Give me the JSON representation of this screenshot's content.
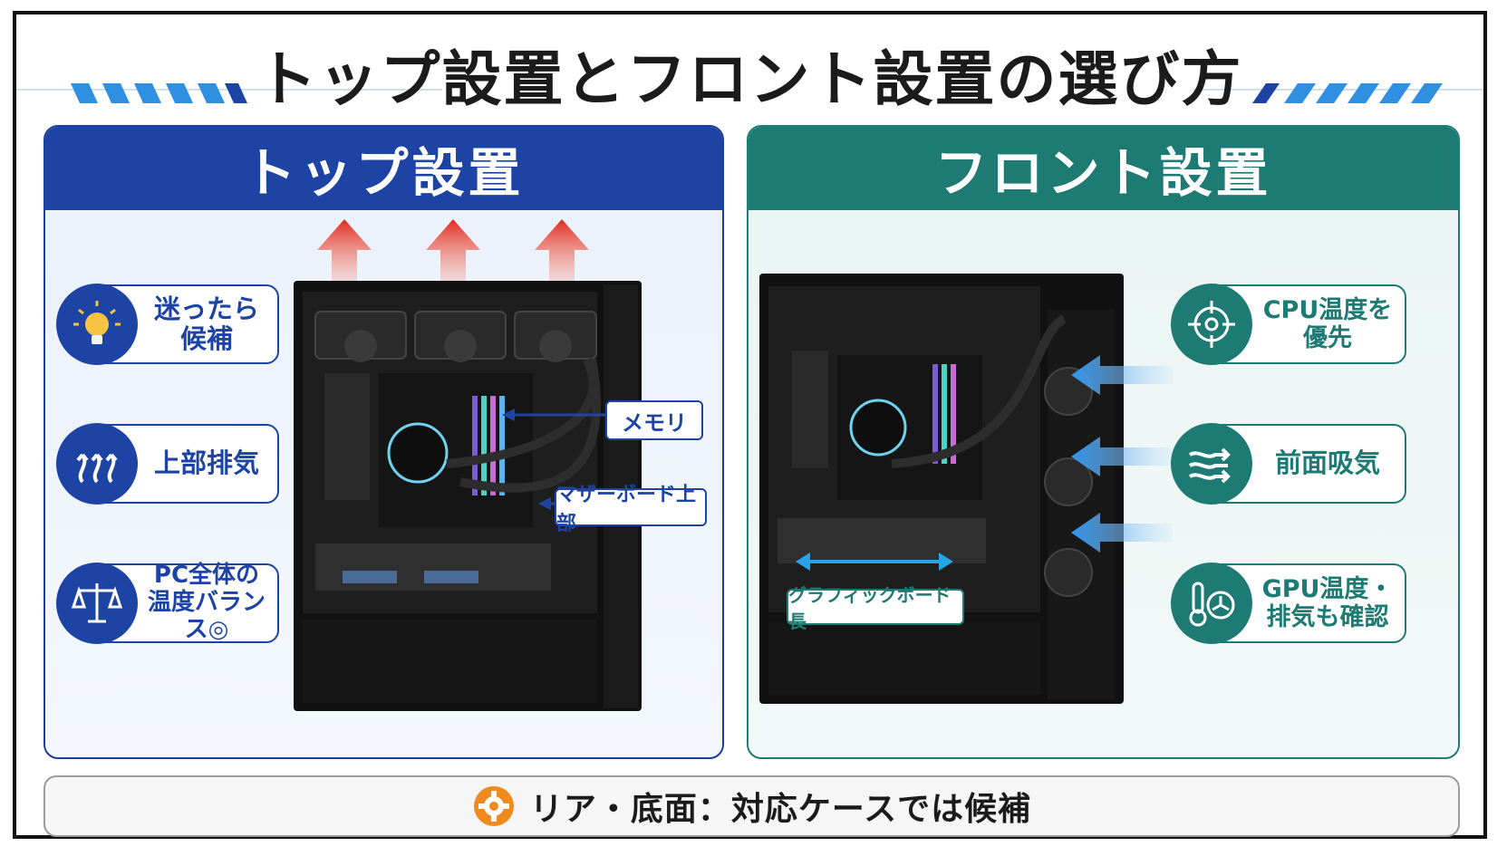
{
  "title": "トップ設置とフロント設置の選び方",
  "top": {
    "header": "トップ設置",
    "features": [
      {
        "label": "迷ったら候補",
        "icon": "lightbulb-icon"
      },
      {
        "label": "上部排気",
        "icon": "heat-waves-icon"
      },
      {
        "label_line1": "PC全体の",
        "label_line2": "温度バランス◎",
        "icon": "balance-scale-icon"
      }
    ],
    "callouts": {
      "memory": "メモリ",
      "motherboard_top": "マザーボード上部"
    }
  },
  "front": {
    "header": "フロント設置",
    "features": [
      {
        "label": "CPU温度を優先",
        "icon": "target-icon"
      },
      {
        "label": "前面吸気",
        "icon": "airflow-icon"
      },
      {
        "label_line1": "GPU温度・",
        "label_line2": "排気も確認",
        "icon": "thermometer-fan-icon"
      }
    ],
    "callouts": {
      "gpu_length": "グラフィックボード長"
    }
  },
  "bottom": {
    "text": "リア・底面：対応ケースでは候補",
    "icon": "gear-icon"
  },
  "colors": {
    "blue": "#1d44a5",
    "teal": "#1e7b74",
    "exhaust_red": "#e83a2a",
    "intake_blue": "#3aa0f0",
    "gear_orange": "#f08a1c"
  }
}
